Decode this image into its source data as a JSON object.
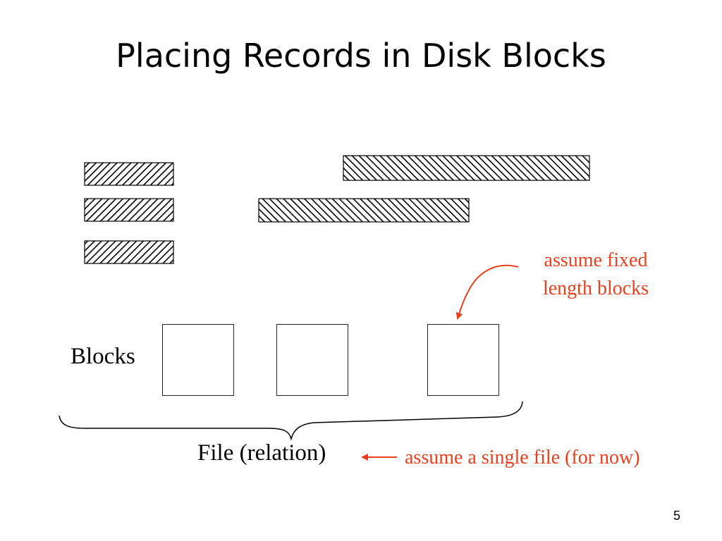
{
  "slide": {
    "title": "Placing Records in Disk Blocks",
    "page_number": "5"
  },
  "diagram": {
    "blocks_label": "Blocks",
    "file_label": "File (relation)",
    "note_fixed_length": "assume fixed length blocks",
    "note_single_file": "assume a single file (for now)",
    "block_count": 3,
    "record_count": 5
  },
  "colors": {
    "text": "#000000",
    "annotation": "#e8401c",
    "outline": "#222222"
  }
}
